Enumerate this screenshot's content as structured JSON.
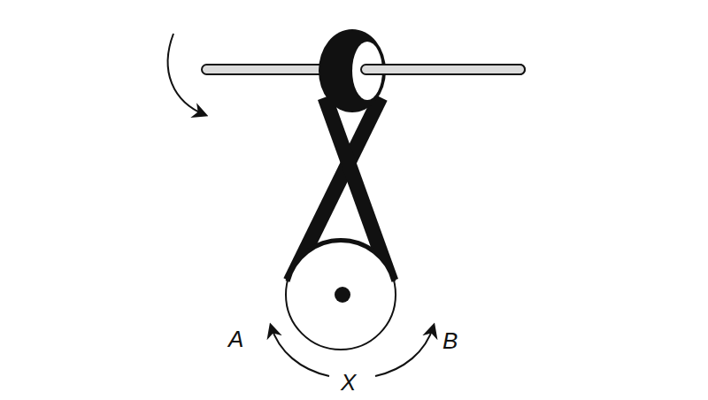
{
  "diagram": {
    "labels": [
      "A",
      "B",
      "X"
    ]
  }
}
